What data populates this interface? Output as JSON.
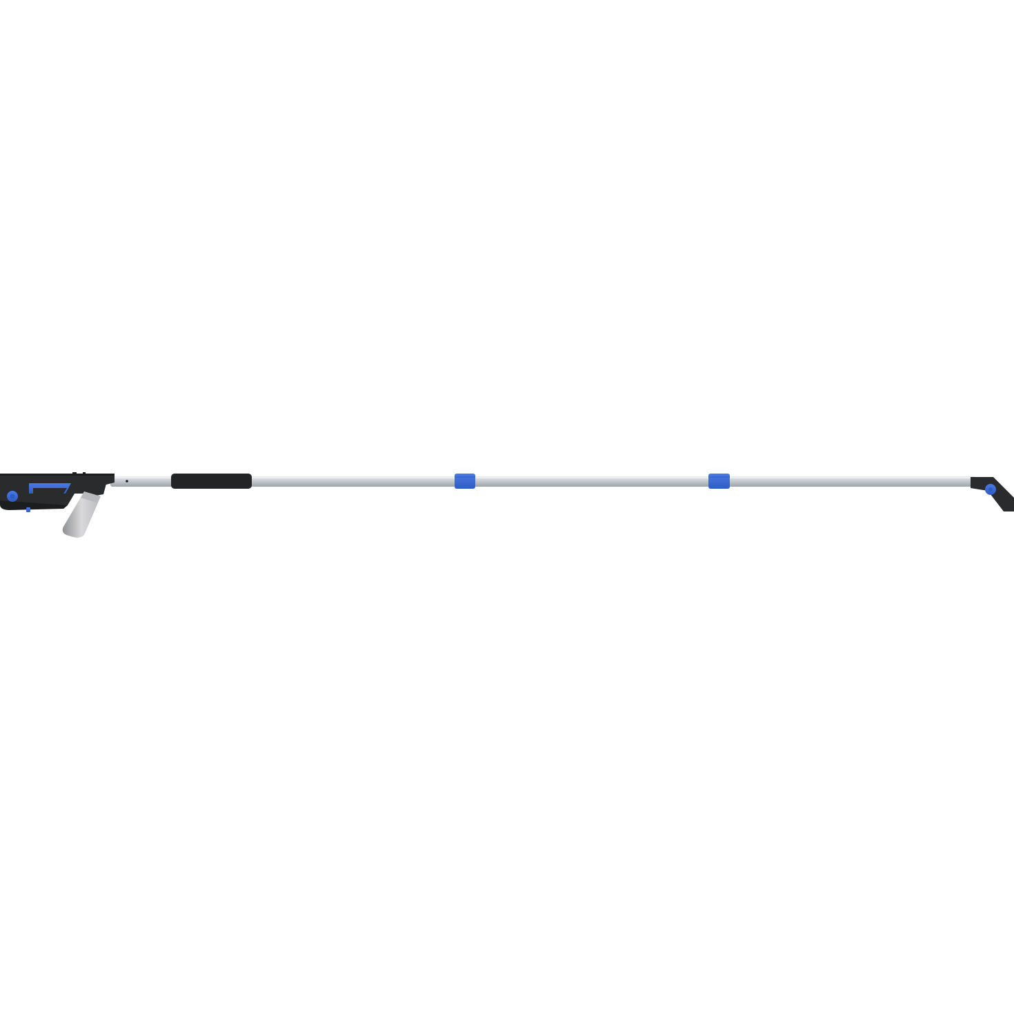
{
  "scene": {
    "subject": "telescopic-extension-pole-sprayer",
    "background_color": "#ffffff"
  },
  "colors": {
    "handle_dark": "#2a2b2d",
    "handle_shadow": "#1c1d1f",
    "accent_blue": "#4a7ae6",
    "accent_blue_dark": "#2f5cc4",
    "pole_light": "#e9ebee",
    "pole_mid": "#c7cbd1",
    "pole_dark": "#9ea3aa",
    "grip_black": "#232426",
    "bottle_light": "#d9d9db",
    "bottle_mid": "#b9babd",
    "bottle_dark": "#8f9094"
  },
  "components": {
    "handle": "pistol-grip-handle",
    "trigger_window": "blue-trigger-window",
    "dial": "blue-adjustment-dial",
    "bottle": "aluminum-canister",
    "foam_grip": "black-foam-grip",
    "locks": [
      "blue-twist-lock-1",
      "blue-twist-lock-2"
    ],
    "head": "angled-nozzle-head"
  }
}
